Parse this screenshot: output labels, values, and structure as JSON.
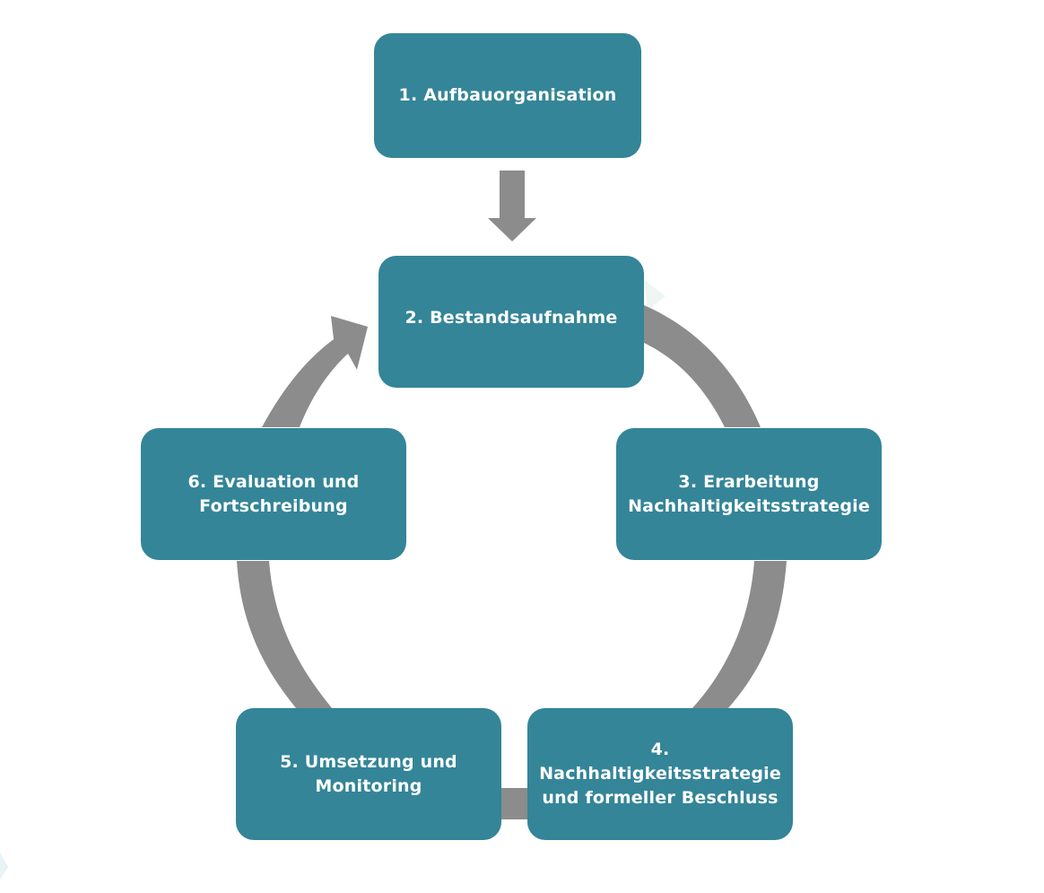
{
  "diagram": {
    "colors": {
      "box_fill": "#348598",
      "connector": "#8c8c8c",
      "text": "#ffffff",
      "background": "#ffffff"
    },
    "steps": [
      {
        "id": 1,
        "lines": [
          "1. Aufbauorganisation"
        ]
      },
      {
        "id": 2,
        "lines": [
          "2. Bestandsaufnahme"
        ]
      },
      {
        "id": 3,
        "lines": [
          "3. Erarbeitung",
          "Nachhaltigkeitsstrategie"
        ]
      },
      {
        "id": 4,
        "lines": [
          "4. Nachhaltigkeitsstrategie",
          "und formeller Beschluss"
        ]
      },
      {
        "id": 5,
        "lines": [
          "5. Umsetzung und",
          "Monitoring"
        ]
      },
      {
        "id": 6,
        "lines": [
          "6. Evaluation und",
          "Fortschreibung"
        ]
      }
    ],
    "flow": [
      {
        "from": 1,
        "to": 2,
        "shape": "arrow"
      },
      {
        "from": 2,
        "to": 3,
        "shape": "arc"
      },
      {
        "from": 3,
        "to": 4,
        "shape": "arc"
      },
      {
        "from": 4,
        "to": 5,
        "shape": "arc"
      },
      {
        "from": 5,
        "to": 6,
        "shape": "arc"
      },
      {
        "from": 6,
        "to": 2,
        "shape": "arrow-arc"
      }
    ]
  }
}
